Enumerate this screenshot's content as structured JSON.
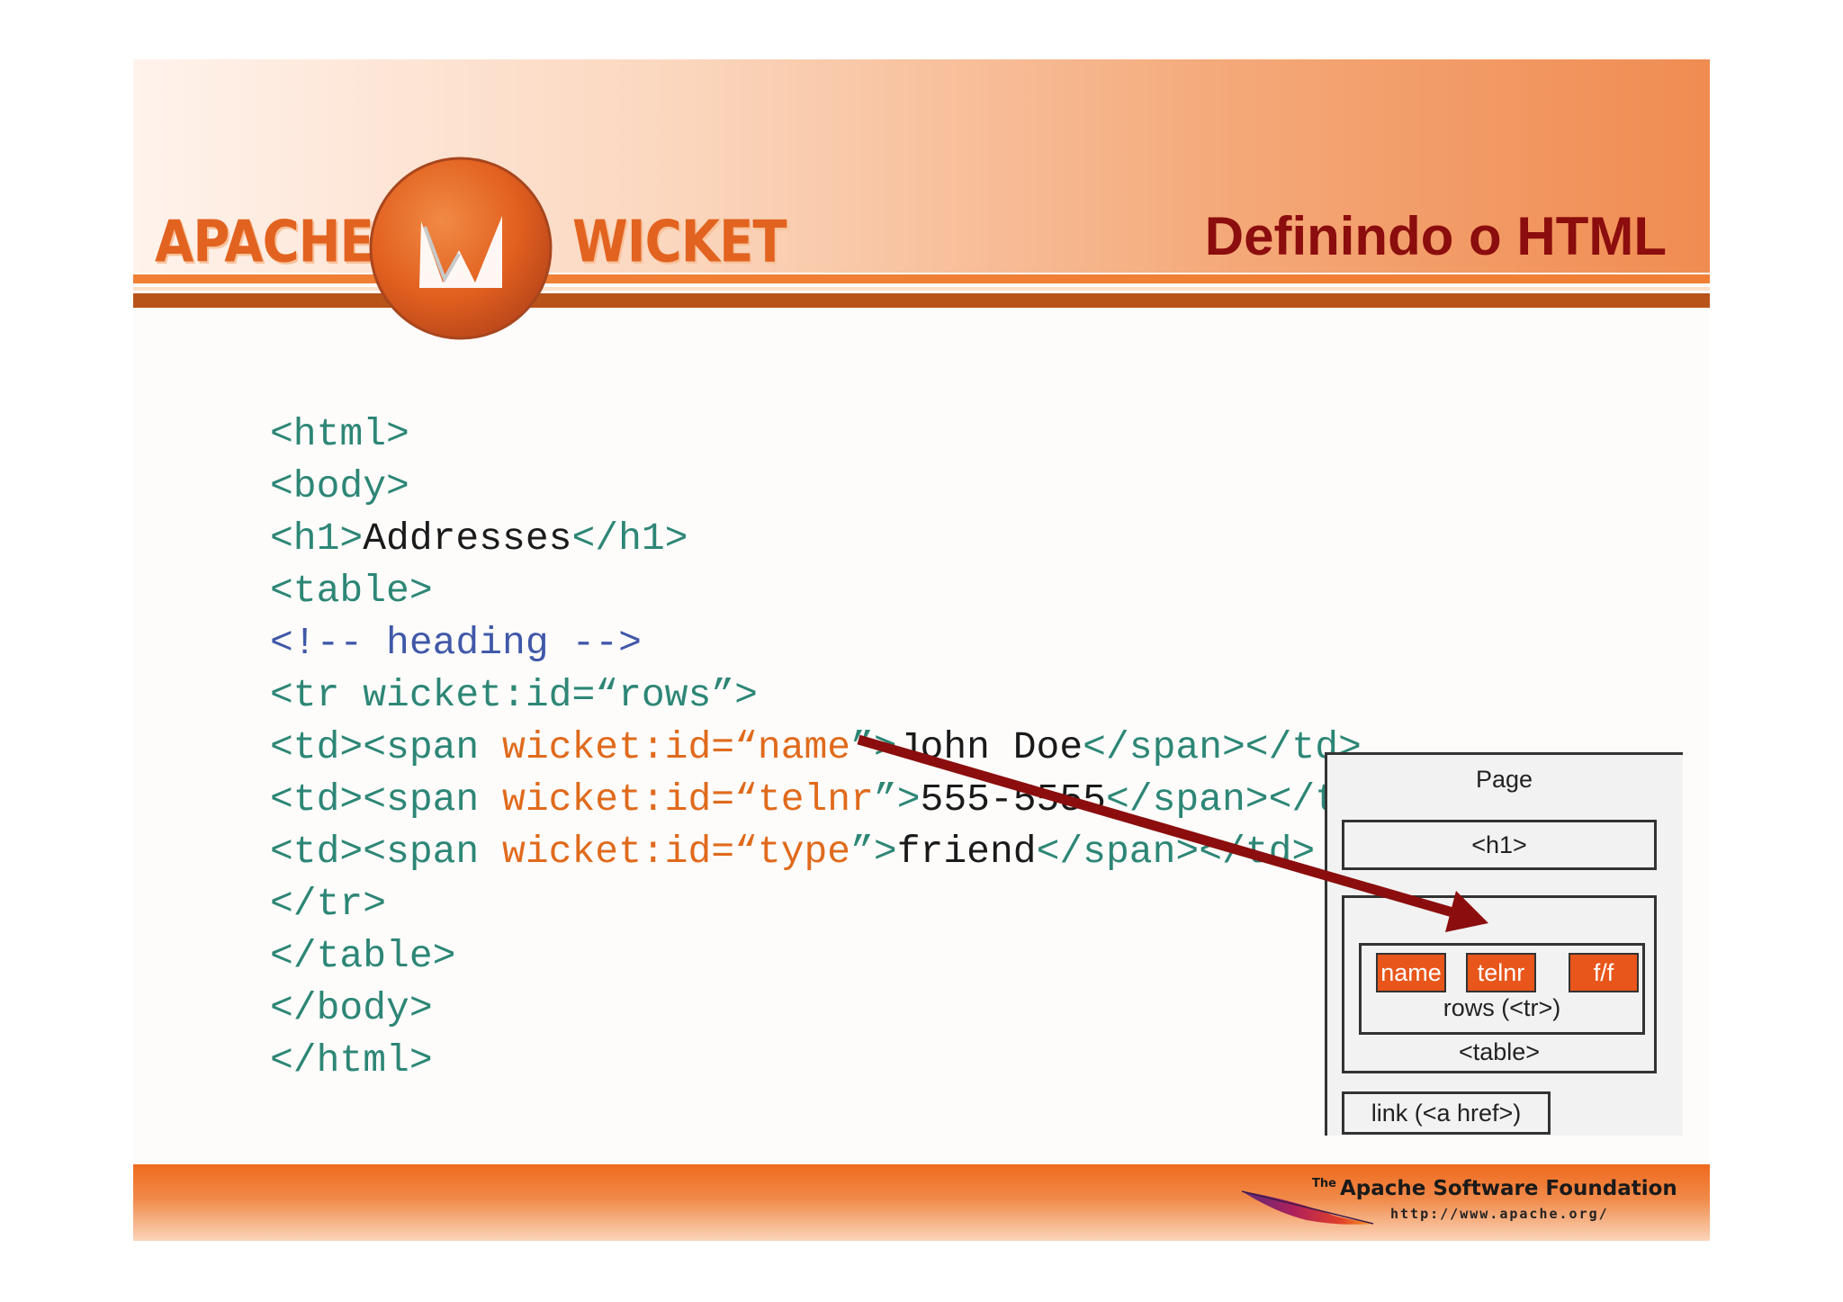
{
  "header": {
    "logo_left": "APACHE",
    "logo_mark": "W",
    "logo_right": "WICKET",
    "title": "Definindo o HTML"
  },
  "code_lines": [
    [
      {
        "t": "t",
        "s": "<html>"
      }
    ],
    [
      {
        "t": "t",
        "s": "<body>"
      }
    ],
    [
      {
        "t": "t",
        "s": "<h1>"
      },
      {
        "t": "x",
        "s": "Addresses"
      },
      {
        "t": "t",
        "s": "</h1>"
      }
    ],
    [
      {
        "t": "t",
        "s": "<table>"
      }
    ],
    [
      {
        "t": "c",
        "s": "<!-- heading -->"
      }
    ],
    [
      {
        "t": "t",
        "s": "<tr wicket:id=“rows”>"
      }
    ],
    [
      {
        "t": "t",
        "s": "<td><span "
      },
      {
        "t": "a",
        "s": "wicket:id=“name"
      },
      {
        "t": "t",
        "s": "”>"
      },
      {
        "t": "x",
        "s": "John Doe"
      },
      {
        "t": "t",
        "s": "</span></td>"
      }
    ],
    [
      {
        "t": "t",
        "s": "<td><span "
      },
      {
        "t": "a",
        "s": "wicket:id=“telnr"
      },
      {
        "t": "t",
        "s": "”>"
      },
      {
        "t": "x",
        "s": "555-5555"
      },
      {
        "t": "t",
        "s": "</span></td>"
      }
    ],
    [
      {
        "t": "t",
        "s": "<td><span "
      },
      {
        "t": "a",
        "s": "wicket:id=“type"
      },
      {
        "t": "t",
        "s": "”>"
      },
      {
        "t": "x",
        "s": "friend"
      },
      {
        "t": "t",
        "s": "</span></td>"
      }
    ],
    [
      {
        "t": "t",
        "s": "</tr>"
      }
    ],
    [
      {
        "t": "t",
        "s": "</table>"
      }
    ],
    [
      {
        "t": "t",
        "s": "</body>"
      }
    ],
    [
      {
        "t": "t",
        "s": "</html>"
      }
    ]
  ],
  "diagram": {
    "page_label": "Page",
    "h1_label": "<h1>",
    "cells": [
      "name",
      "telnr",
      "f/f"
    ],
    "rows_label": "rows (<tr>)",
    "table_label": "<table>",
    "link_label": "link (<a href>)"
  },
  "footer": {
    "brand_prefix": "The",
    "brand": "Apache Software Foundation",
    "url": "http://www.apache.org/"
  },
  "colors": {
    "title": "#8b0d0d",
    "tag": "#2d8676",
    "attribute": "#e06a1c",
    "text": "#1a1a1a",
    "comment": "#4058a8",
    "arrow": "#8b0d0d",
    "accent": "#e8561b"
  }
}
